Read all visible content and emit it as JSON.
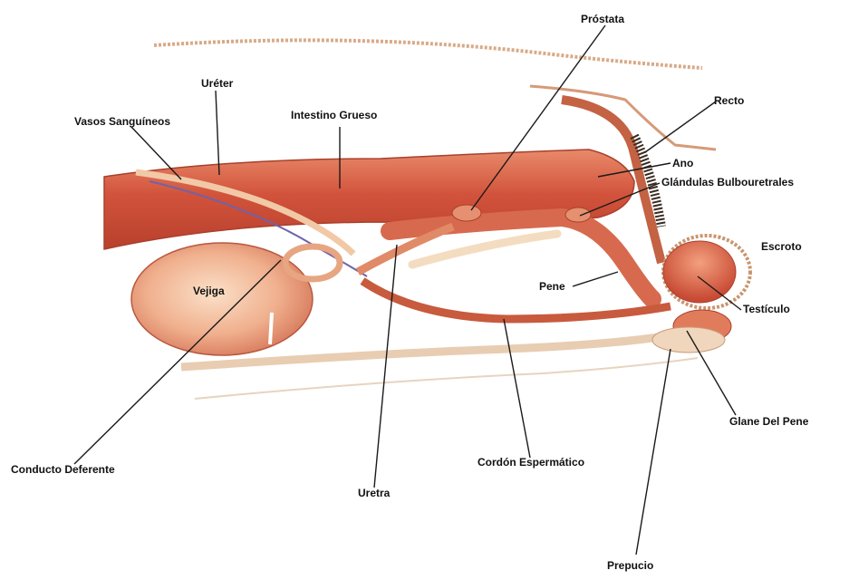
{
  "labels": {
    "prostata": "Próstata",
    "ureter": "Uréter",
    "recto": "Recto",
    "vasos": "Vasos Sanguíneos",
    "intestino": "Intestino Grueso",
    "ano": "Ano",
    "glandulas": "Glándulas Bulbouretrales",
    "escroto": "Escroto",
    "vejiga": "Vejiga",
    "pene": "Pene",
    "testiculo": "Testículo",
    "glande": "Glane Del Pene",
    "conducto": "Conducto Deferente",
    "cordon": "Cordón Espermático",
    "uretra": "Uretra",
    "prepucio": "Prepucio"
  }
}
